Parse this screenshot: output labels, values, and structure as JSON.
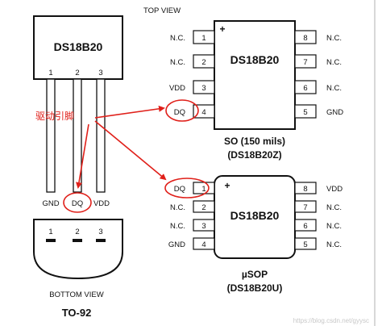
{
  "top_view_label": "TOP VIEW",
  "to92": {
    "part_name": "DS18B20",
    "pin_numbers": [
      "1",
      "2",
      "3"
    ],
    "pin_labels": [
      "GND",
      "DQ",
      "VDD"
    ],
    "bottom_pin_numbers": [
      "1",
      "2",
      "3"
    ],
    "bottom_view_label": "BOTTOM VIEW",
    "package_label": "TO-92"
  },
  "so8": {
    "part_name": "DS18B20",
    "pin1_marker": "+",
    "left_pins": [
      {
        "num": "1",
        "label": "N.C."
      },
      {
        "num": "2",
        "label": "N.C."
      },
      {
        "num": "3",
        "label": "VDD"
      },
      {
        "num": "4",
        "label": "DQ"
      }
    ],
    "right_pins": [
      {
        "num": "8",
        "label": "N.C."
      },
      {
        "num": "7",
        "label": "N.C."
      },
      {
        "num": "6",
        "label": "N.C."
      },
      {
        "num": "5",
        "label": "GND"
      }
    ],
    "package_label": "SO (150 mils)",
    "order_label": "(DS18B20Z)"
  },
  "usop": {
    "part_name": "DS18B20",
    "pin1_marker": "+",
    "left_pins": [
      {
        "num": "1",
        "label": "DQ"
      },
      {
        "num": "2",
        "label": "N.C."
      },
      {
        "num": "3",
        "label": "N.C."
      },
      {
        "num": "4",
        "label": "GND"
      }
    ],
    "right_pins": [
      {
        "num": "8",
        "label": "VDD"
      },
      {
        "num": "7",
        "label": "N.C."
      },
      {
        "num": "6",
        "label": "N.C."
      },
      {
        "num": "5",
        "label": "N.C."
      }
    ],
    "package_label": "µSOP",
    "order_label": "(DS18B20U)"
  },
  "annotation": {
    "text": "驱动引脚",
    "color": "#e0201a"
  },
  "watermark": "https://blog.csdn.net/gyysc"
}
